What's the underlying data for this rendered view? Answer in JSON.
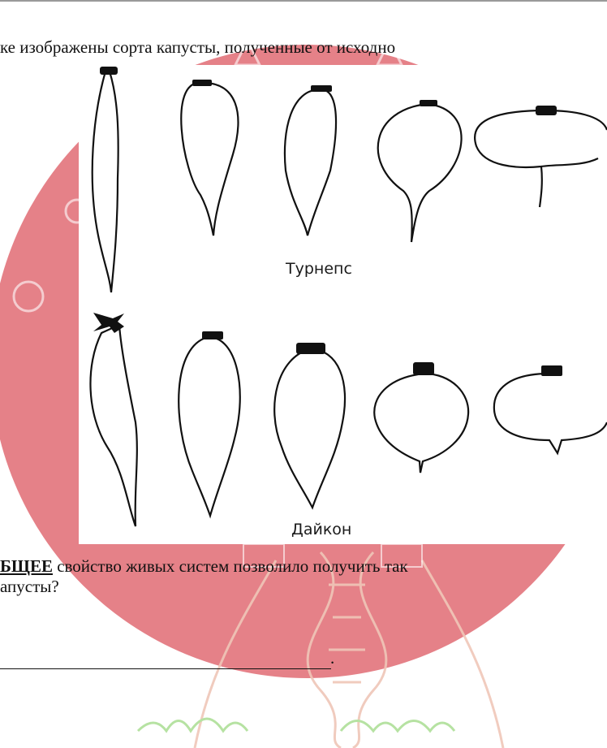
{
  "document": {
    "intro_text": "ке изображены сорта капусты, полученные от исходно",
    "question_emphasis": "БЩЕЕ",
    "question_rest": " свойство живых систем позволило получить так",
    "question_line2": "апусты?",
    "answer_terminator": "."
  },
  "figure": {
    "row1_label": "Турнепс",
    "row2_label": "Дайкон",
    "outline_color": "#111111",
    "top_color": "#111111"
  },
  "watermark": {
    "color": "#e8a0a4"
  }
}
